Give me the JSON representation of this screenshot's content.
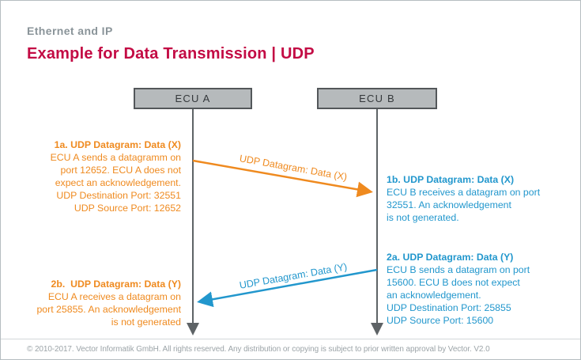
{
  "header": {
    "kicker": "Ethernet and IP",
    "title": "Example for Data Transmission | UDP"
  },
  "diagram": {
    "actors": [
      {
        "id": "ecu-a",
        "label": "ECU A"
      },
      {
        "id": "ecu-b",
        "label": "ECU B"
      }
    ],
    "messages": [
      {
        "from": "ECU A",
        "to": "ECU B",
        "label": "UDP Datagram: Data (X)",
        "color": "#ef8a1f"
      },
      {
        "from": "ECU B",
        "to": "ECU A",
        "label": "UDP Datagram: Data (Y)",
        "color": "#2297cd"
      }
    ],
    "annotations": [
      {
        "id": "1a",
        "heading": "1a. UDP Datagram: Data (X)",
        "lines": [
          "ECU A sends a datagramm on",
          "port 12652. ECU A does not",
          "expect an acknowledgement.",
          "UDP Destination Port: 32551",
          "UDP Source Port: 12652"
        ],
        "color": "#ef8a1f",
        "align": "right"
      },
      {
        "id": "1b",
        "heading": "1b. UDP Datagram: Data (X)",
        "lines": [
          "ECU B receives a datagram on port",
          "32551. An acknowledgement",
          "is not generated."
        ],
        "color": "#2297cd",
        "align": "left"
      },
      {
        "id": "2a",
        "heading": "2a. UDP Datagram: Data (Y)",
        "lines": [
          "ECU B sends a datagram on port",
          "15600. ECU B does not expect",
          "an acknowledgement.",
          "UDP Destination Port: 25855",
          "UDP Source Port: 15600"
        ],
        "color": "#2297cd",
        "align": "left"
      },
      {
        "id": "2b",
        "heading": "2b.  UDP Datagram: Data (Y)",
        "lines": [
          "ECU A receives a datagram on",
          "port 25855. An acknowledgement",
          "is not generated"
        ],
        "color": "#ef8a1f",
        "align": "right"
      }
    ]
  },
  "footer": {
    "text": "© 2010-2017. Vector Informatik GmbH. All rights reserved. Any distribution or copying is subject to prior written approval by Vector. V2.0"
  },
  "colors": {
    "accent_orange": "#ef8a1f",
    "accent_blue": "#2297cd",
    "title_red": "#c30b44",
    "kicker_gray": "#8a9499",
    "actor_fill": "#b6babc",
    "actor_border": "#53575a",
    "lifeline_gray": "#5e6366",
    "footer_gray": "#9ca4a8"
  }
}
